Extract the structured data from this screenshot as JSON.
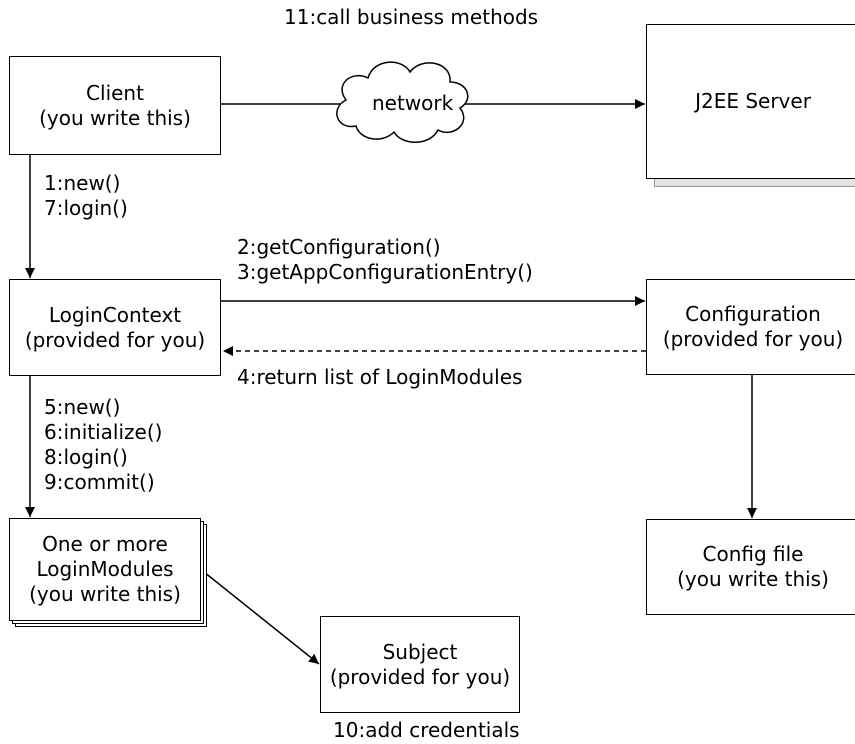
{
  "nodes": {
    "client": {
      "line1": "Client",
      "line2": "(you write this)"
    },
    "j2ee_server": {
      "line1": "J2EE Server"
    },
    "network": {
      "label": "network"
    },
    "login_context": {
      "line1": "LoginContext",
      "line2": "(provided for you)"
    },
    "configuration": {
      "line1": "Configuration",
      "line2": "(provided for you)"
    },
    "login_modules": {
      "line1": "One or more",
      "line2": "LoginModules",
      "line3": "(you write this)"
    },
    "config_file": {
      "line1": "Config file",
      "line2": "(you write this)"
    },
    "subject": {
      "line1": "Subject",
      "line2": "(provided for you)"
    }
  },
  "edges": {
    "call_business": "11:call business methods",
    "client_new": "1:new()",
    "client_login": "7:login()",
    "get_configuration": "2:getConfiguration()",
    "get_app_config_entry": "3:getAppConfigurationEntry()",
    "return_modules": "4:return list of LoginModules",
    "lm_new": "5:new()",
    "lm_initialize": "6:initialize()",
    "lm_login": "8:login()",
    "lm_commit": "9:commit()",
    "add_credentials": "10:add credentials"
  }
}
